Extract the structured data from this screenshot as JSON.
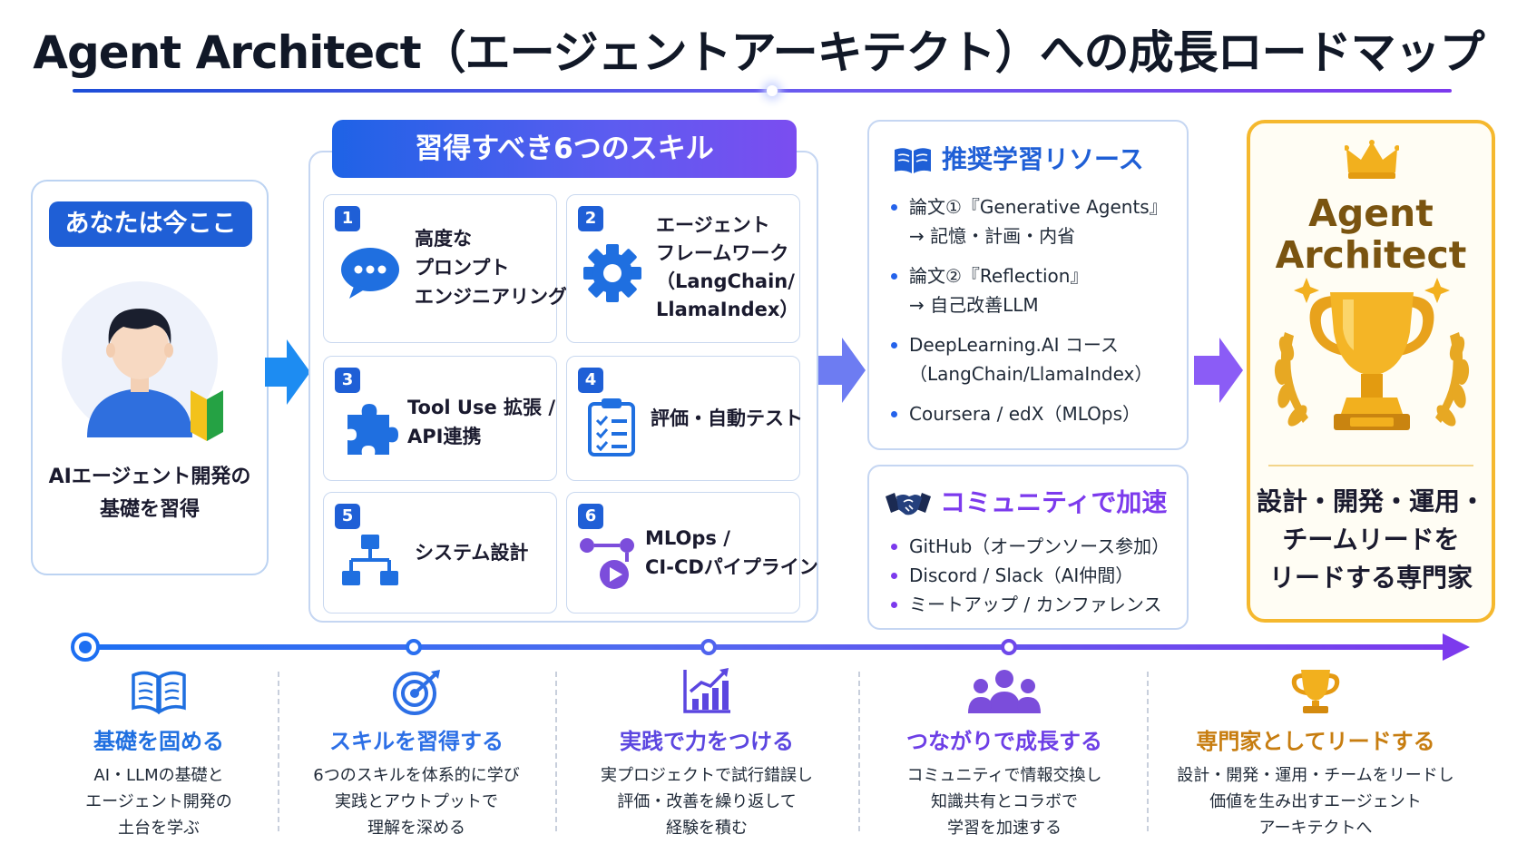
{
  "title": "Agent Architect（エージェントアーキテクト）への成長ロードマップ",
  "current": {
    "badge": "あなたは今ここ",
    "lines": [
      "AIエージェント開発の",
      "基礎を習得"
    ]
  },
  "skills": {
    "header": "習得すべき6つのスキル",
    "items": [
      {
        "num": "1",
        "lines": [
          "高度な",
          "プロンプト",
          "エンジニアリング"
        ],
        "icon": "chat-bubble-icon"
      },
      {
        "num": "2",
        "lines": [
          "エージェント",
          "フレームワーク",
          "（LangChain/",
          "LlamaIndex）"
        ],
        "icon": "gear-icon"
      },
      {
        "num": "3",
        "lines": [
          "Tool Use 拡張 /",
          "API連携"
        ],
        "icon": "puzzle-icon"
      },
      {
        "num": "4",
        "lines": [
          "評価・自動テスト"
        ],
        "icon": "checklist-icon"
      },
      {
        "num": "5",
        "lines": [
          "システム設計"
        ],
        "icon": "hierarchy-icon"
      },
      {
        "num": "6",
        "lines": [
          "MLOps /",
          "CI-CDパイプライン"
        ],
        "icon": "pipeline-icon"
      }
    ]
  },
  "resources": {
    "title": "推奨学習リソース",
    "icon": "book-icon",
    "items": [
      {
        "lines": [
          "論文①『Generative Agents』",
          "→ 記憶・計画・内省"
        ]
      },
      {
        "lines": [
          "論文②『Reflection』",
          "→ 自己改善LLM"
        ]
      },
      {
        "lines": [
          "DeepLearning.AI コース",
          "（LangChain/LlamaIndex）"
        ]
      },
      {
        "lines": [
          "Coursera / edX（MLOps）"
        ]
      }
    ]
  },
  "community": {
    "title": "コミュニティで加速",
    "icon": "handshake-icon",
    "items": [
      "GitHub（オープンソース参加）",
      "Discord / Slack（AI仲間）",
      "ミートアップ / カンファレンス"
    ]
  },
  "goal": {
    "name_lines": [
      "Agent",
      "Architect"
    ],
    "desc_lines": [
      "設計・開発・運用・",
      "チームリードを",
      "リードする専門家"
    ],
    "icon": "trophy-icon"
  },
  "stages": [
    {
      "title": "基礎を固める",
      "lines": [
        "AI・LLMの基礎と",
        "エージェント開発の",
        "土台を学ぶ"
      ],
      "color": "#1f6fe0",
      "icon": "open-book-icon"
    },
    {
      "title": "スキルを習得する",
      "lines": [
        "6つのスキルを体系的に学び",
        "実践とアウトプットで",
        "理解を深める"
      ],
      "color": "#2c6fe6",
      "icon": "target-icon"
    },
    {
      "title": "実践で力をつける",
      "lines": [
        "実プロジェクトで試行錯誤し",
        "評価・改善を繰り返して",
        "経験を積む"
      ],
      "color": "#5b46e0",
      "icon": "growth-chart-icon"
    },
    {
      "title": "つながりで成長する",
      "lines": [
        "コミュニティで情報交換し",
        "知識共有とコラボで",
        "学習を加速する"
      ],
      "color": "#6d3fe6",
      "icon": "people-icon"
    },
    {
      "title": "専門家としてリードする",
      "lines": [
        "設計・開発・運用・チームをリードし",
        "価値を生み出すエージェント",
        "アーキテクトへ"
      ],
      "color": "#c77d10",
      "icon": "trophy-icon"
    }
  ]
}
